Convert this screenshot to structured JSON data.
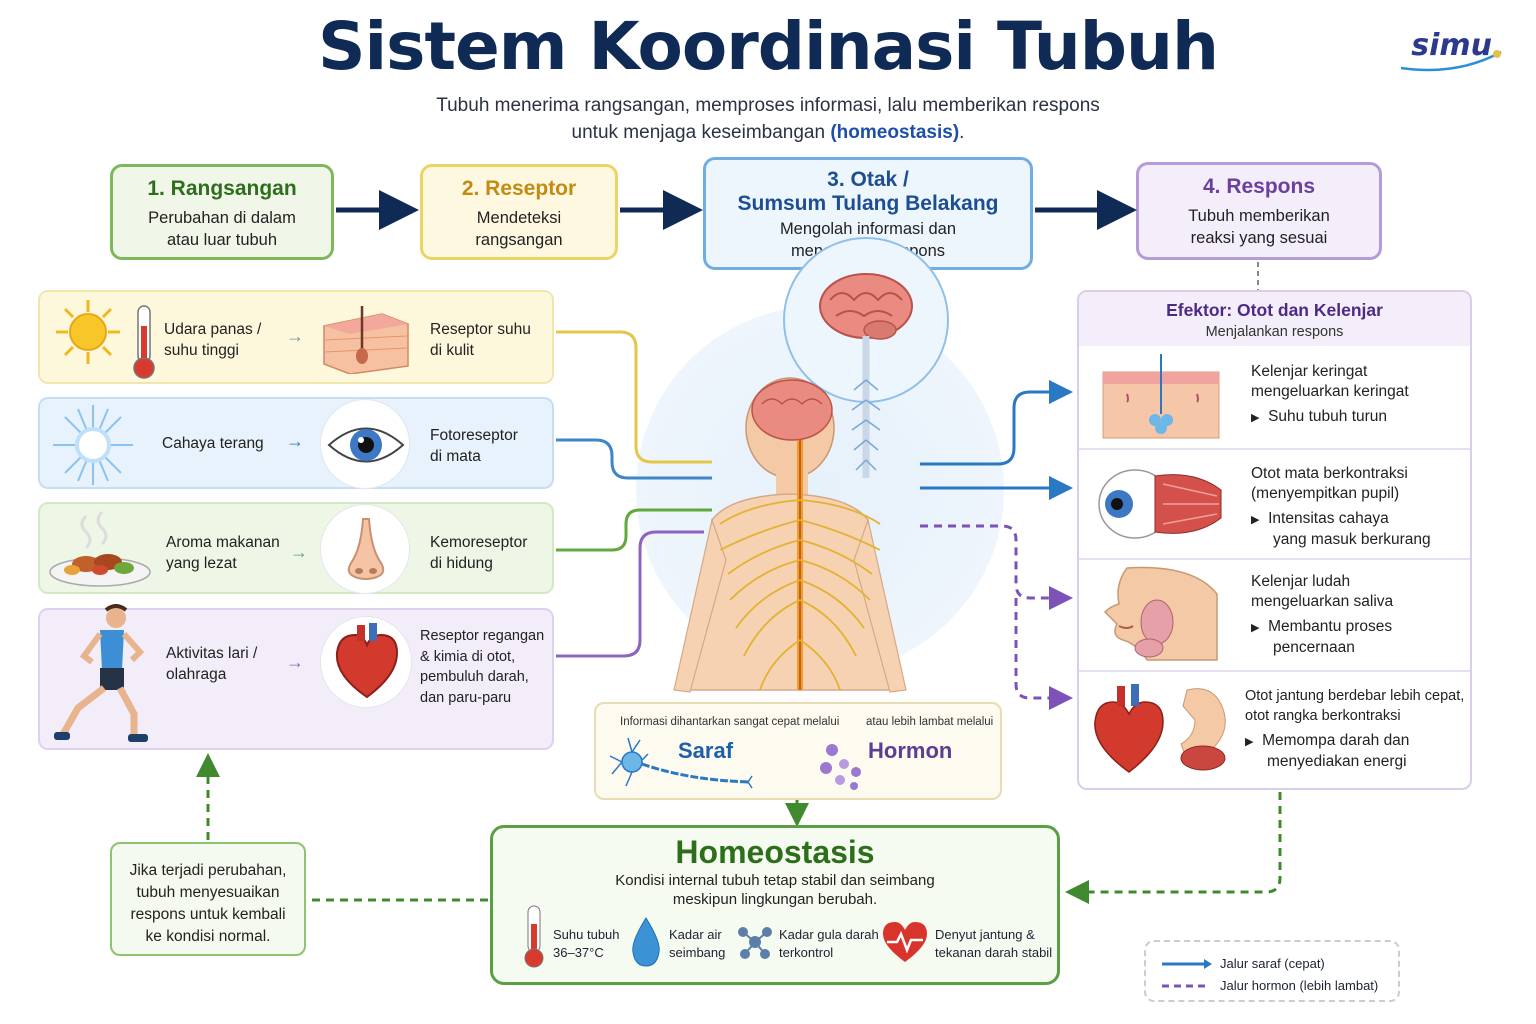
{
  "title": "Sistem Koordinasi Tubuh",
  "subtitle_line1": "Tubuh menerima rangsangan, memproses informasi, lalu memberikan respons",
  "subtitle_line2_pre": "untuk menjaga keseimbangan ",
  "subtitle_line2_bold": "(homeostasis)",
  "subtitle_line2_post": ".",
  "logo": "simu",
  "steps": [
    {
      "title": "1. Rangsangan",
      "desc1": "Perubahan di dalam",
      "desc2": "atau luar tubuh"
    },
    {
      "title": "2. Reseptor",
      "desc1": "Mendeteksi",
      "desc2": "rangsangan"
    },
    {
      "title1": "3. Otak /",
      "title2": "Sumsum Tulang Belakang",
      "desc1": "Mengolah informasi dan",
      "desc2": "menentukan respons"
    },
    {
      "title": "4. Respons",
      "desc1": "Tubuh memberikan",
      "desc2": "reaksi yang sesuai"
    }
  ],
  "stimuli": [
    {
      "stim1": "Udara panas /",
      "stim2": "suhu tinggi",
      "rec1": "Reseptor suhu",
      "rec2": "di kulit"
    },
    {
      "stim1": "Cahaya terang",
      "rec1": "Fotoreseptor",
      "rec2": "di mata"
    },
    {
      "stim1": "Aroma makanan",
      "stim2": "yang lezat",
      "rec1": "Kemoreseptor",
      "rec2": "di hidung"
    },
    {
      "stim1": "Aktivitas lari /",
      "stim2": "olahraga",
      "rec1": "Reseptor regangan",
      "rec2": "& kimia di otot,",
      "rec3": "pembuluh darah,",
      "rec4": "dan paru-paru"
    }
  ],
  "transmission": {
    "note_left": "Informasi dihantarkan sangat cepat melalui",
    "note_right": "atau lebih lambat melalui",
    "nerve": "Saraf",
    "hormone": "Hormon"
  },
  "effector": {
    "title": "Efektor: Otot dan Kelenjar",
    "subtitle": "Menjalankan respons",
    "items": [
      {
        "l1": "Kelenjar keringat",
        "l2": "mengeluarkan keringat",
        "r1": "Suhu tubuh turun"
      },
      {
        "l1": "Otot mata berkontraksi",
        "l2": "(menyempitkan pupil)",
        "r1": "Intensitas cahaya",
        "r2": "yang masuk berkurang"
      },
      {
        "l1": "Kelenjar ludah",
        "l2": "mengeluarkan saliva",
        "r1": "Membantu proses",
        "r2": "pencernaan"
      },
      {
        "l1": "Otot jantung berdebar lebih cepat,",
        "l2": "otot rangka berkontraksi",
        "r1": "Memompa darah dan",
        "r2": "menyediakan energi"
      }
    ]
  },
  "homeostasis": {
    "title": "Homeostasis",
    "desc1": "Kondisi internal tubuh tetap stabil dan seimbang",
    "desc2": "meskipun lingkungan berubah.",
    "items": [
      {
        "l1": "Suhu tubuh",
        "l2": "36–37°C"
      },
      {
        "l1": "Kadar air",
        "l2": "seimbang"
      },
      {
        "l1": "Kadar gula darah",
        "l2": "terkontrol"
      },
      {
        "l1": "Denyut jantung &",
        "l2": "tekanan darah stabil"
      }
    ]
  },
  "feedback": {
    "l1": "Jika terjadi perubahan,",
    "l2": "tubuh menyesuaikan",
    "l3": "respons untuk kembali",
    "l4": "ke kondisi normal."
  },
  "legend": {
    "nerve": "Jalur saraf (cepat)",
    "hormone": "Jalur hormon (lebih lambat)"
  },
  "colors": {
    "navy": "#0f2a55",
    "green": "#5a9e3c",
    "yellow": "#e8cf4f",
    "blue": "#4a90d0",
    "purple": "#9c7fc9",
    "homeo": "#4f9a3a"
  },
  "icons": [
    "sun-icon",
    "thermometer-icon",
    "skin-icon",
    "bright-light-icon",
    "eye-icon",
    "food-plate-icon",
    "nose-icon",
    "runner-icon",
    "heart-icon",
    "brain-icon",
    "body-nervous-system-icon",
    "neuron-icon",
    "hormone-molecules-icon",
    "water-drop-icon",
    "glucose-icon",
    "heartbeat-icon",
    "face-saliva-icon",
    "muscle-icon",
    "sweat-gland-icon"
  ]
}
